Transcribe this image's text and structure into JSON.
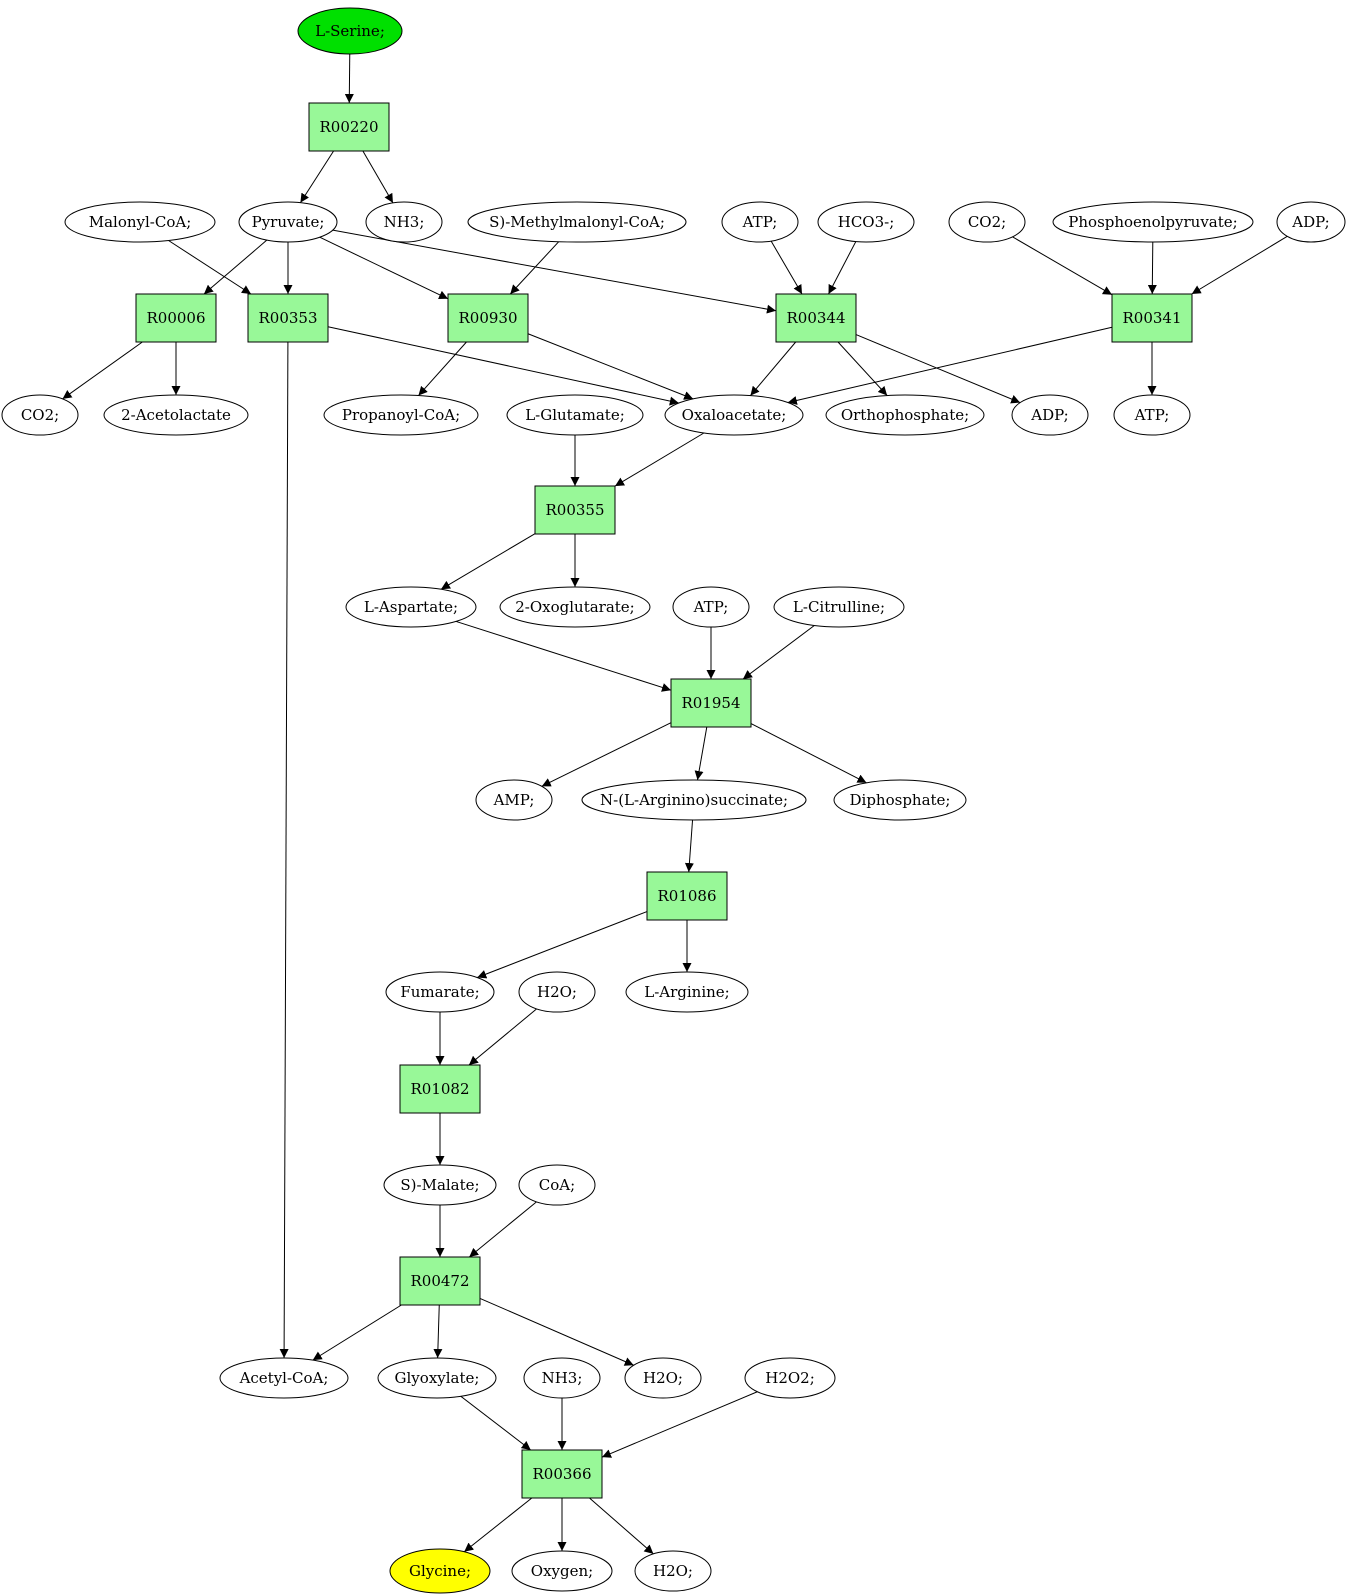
{
  "colors": {
    "reaction_fill": "#98f898",
    "start_fill": "#00e000",
    "end_fill": "#ffff00",
    "compound_fill": "#ffffff",
    "stroke": "#000000"
  },
  "start_compound": "L-Serine;",
  "end_compound": "Glycine;",
  "nodes": [
    {
      "id": "n_serine",
      "kind": "start",
      "label": "L-Serine;"
    },
    {
      "id": "r_R00220",
      "kind": "reaction",
      "label": "R00220"
    },
    {
      "id": "n_malonyl",
      "kind": "compound",
      "label": "Malonyl-CoA;"
    },
    {
      "id": "n_pyruvate",
      "kind": "compound",
      "label": "Pyruvate;"
    },
    {
      "id": "n_nh3_a",
      "kind": "compound",
      "label": "NH3;"
    },
    {
      "id": "n_smethyl",
      "kind": "compound",
      "label": "S)-Methylmalonyl-CoA;"
    },
    {
      "id": "n_atp_a",
      "kind": "compound",
      "label": "ATP;"
    },
    {
      "id": "n_hco3",
      "kind": "compound",
      "label": "HCO3-;"
    },
    {
      "id": "n_co2_a",
      "kind": "compound",
      "label": "CO2;"
    },
    {
      "id": "n_pep",
      "kind": "compound",
      "label": "Phosphoenolpyruvate;"
    },
    {
      "id": "n_adp_a",
      "kind": "compound",
      "label": "ADP;"
    },
    {
      "id": "r_R00006",
      "kind": "reaction",
      "label": "R00006"
    },
    {
      "id": "r_R00353",
      "kind": "reaction",
      "label": "R00353"
    },
    {
      "id": "r_R00930",
      "kind": "reaction",
      "label": "R00930"
    },
    {
      "id": "r_R00344",
      "kind": "reaction",
      "label": "R00344"
    },
    {
      "id": "r_R00341",
      "kind": "reaction",
      "label": "R00341"
    },
    {
      "id": "n_co2_b",
      "kind": "compound",
      "label": "CO2;"
    },
    {
      "id": "n_acetolactate",
      "kind": "compound",
      "label": "2-Acetolactate"
    },
    {
      "id": "n_propanoyl",
      "kind": "compound",
      "label": "Propanoyl-CoA;"
    },
    {
      "id": "n_glutamate",
      "kind": "compound",
      "label": "L-Glutamate;"
    },
    {
      "id": "n_oxaloacetate",
      "kind": "compound",
      "label": "Oxaloacetate;"
    },
    {
      "id": "n_orthophosphate",
      "kind": "compound",
      "label": "Orthophosphate;"
    },
    {
      "id": "n_adp_b",
      "kind": "compound",
      "label": "ADP;"
    },
    {
      "id": "n_atp_b",
      "kind": "compound",
      "label": "ATP;"
    },
    {
      "id": "r_R00355",
      "kind": "reaction",
      "label": "R00355"
    },
    {
      "id": "n_aspartate",
      "kind": "compound",
      "label": "L-Aspartate;"
    },
    {
      "id": "n_oxoglutarate",
      "kind": "compound",
      "label": "2-Oxoglutarate;"
    },
    {
      "id": "n_atp_c",
      "kind": "compound",
      "label": "ATP;"
    },
    {
      "id": "n_citrulline",
      "kind": "compound",
      "label": "L-Citrulline;"
    },
    {
      "id": "r_R01954",
      "kind": "reaction",
      "label": "R01954"
    },
    {
      "id": "n_amp",
      "kind": "compound",
      "label": "AMP;"
    },
    {
      "id": "n_argsucc",
      "kind": "compound",
      "label": "N-(L-Arginino)succinate;"
    },
    {
      "id": "n_diphosphate",
      "kind": "compound",
      "label": "Diphosphate;"
    },
    {
      "id": "r_R01086",
      "kind": "reaction",
      "label": "R01086"
    },
    {
      "id": "n_fumarate",
      "kind": "compound",
      "label": "Fumarate;"
    },
    {
      "id": "n_h2o_a",
      "kind": "compound",
      "label": "H2O;"
    },
    {
      "id": "n_arginine",
      "kind": "compound",
      "label": "L-Arginine;"
    },
    {
      "id": "r_R01082",
      "kind": "reaction",
      "label": "R01082"
    },
    {
      "id": "n_malate",
      "kind": "compound",
      "label": "S)-Malate;"
    },
    {
      "id": "n_coa",
      "kind": "compound",
      "label": "CoA;"
    },
    {
      "id": "r_R00472",
      "kind": "reaction",
      "label": "R00472"
    },
    {
      "id": "n_acetylcoa",
      "kind": "compound",
      "label": "Acetyl-CoA;"
    },
    {
      "id": "n_glyoxylate",
      "kind": "compound",
      "label": "Glyoxylate;"
    },
    {
      "id": "n_nh3_b",
      "kind": "compound",
      "label": "NH3;"
    },
    {
      "id": "n_h2o_b",
      "kind": "compound",
      "label": "H2O;"
    },
    {
      "id": "n_h2o2",
      "kind": "compound",
      "label": "H2O2;"
    },
    {
      "id": "r_R00366",
      "kind": "reaction",
      "label": "R00366"
    },
    {
      "id": "n_glycine",
      "kind": "end",
      "label": "Glycine;"
    },
    {
      "id": "n_oxygen",
      "kind": "compound",
      "label": "Oxygen;"
    },
    {
      "id": "n_h2o_c",
      "kind": "compound",
      "label": "H2O;"
    }
  ],
  "edges": [
    {
      "from": "n_serine",
      "to": "r_R00220"
    },
    {
      "from": "r_R00220",
      "to": "n_pyruvate"
    },
    {
      "from": "r_R00220",
      "to": "n_nh3_a"
    },
    {
      "from": "n_pyruvate",
      "to": "r_R00006"
    },
    {
      "from": "n_pyruvate",
      "to": "r_R00353"
    },
    {
      "from": "n_malonyl",
      "to": "r_R00353"
    },
    {
      "from": "n_pyruvate",
      "to": "r_R00930"
    },
    {
      "from": "n_smethyl",
      "to": "r_R00930"
    },
    {
      "from": "n_pyruvate",
      "to": "r_R00344"
    },
    {
      "from": "n_atp_a",
      "to": "r_R00344"
    },
    {
      "from": "n_hco3",
      "to": "r_R00344"
    },
    {
      "from": "n_co2_a",
      "to": "r_R00341"
    },
    {
      "from": "n_pep",
      "to": "r_R00341"
    },
    {
      "from": "n_adp_a",
      "to": "r_R00341"
    },
    {
      "from": "r_R00006",
      "to": "n_co2_b"
    },
    {
      "from": "r_R00006",
      "to": "n_acetolactate"
    },
    {
      "from": "r_R00353",
      "to": "n_oxaloacetate"
    },
    {
      "from": "r_R00353",
      "to": "n_acetylcoa"
    },
    {
      "from": "r_R00930",
      "to": "n_propanoyl"
    },
    {
      "from": "r_R00930",
      "to": "n_oxaloacetate"
    },
    {
      "from": "r_R00344",
      "to": "n_oxaloacetate"
    },
    {
      "from": "r_R00344",
      "to": "n_orthophosphate"
    },
    {
      "from": "r_R00344",
      "to": "n_adp_b"
    },
    {
      "from": "r_R00341",
      "to": "n_oxaloacetate"
    },
    {
      "from": "r_R00341",
      "to": "n_atp_b"
    },
    {
      "from": "n_glutamate",
      "to": "r_R00355"
    },
    {
      "from": "n_oxaloacetate",
      "to": "r_R00355"
    },
    {
      "from": "r_R00355",
      "to": "n_aspartate"
    },
    {
      "from": "r_R00355",
      "to": "n_oxoglutarate"
    },
    {
      "from": "n_aspartate",
      "to": "r_R01954"
    },
    {
      "from": "n_atp_c",
      "to": "r_R01954"
    },
    {
      "from": "n_citrulline",
      "to": "r_R01954"
    },
    {
      "from": "r_R01954",
      "to": "n_amp"
    },
    {
      "from": "r_R01954",
      "to": "n_argsucc"
    },
    {
      "from": "r_R01954",
      "to": "n_diphosphate"
    },
    {
      "from": "n_argsucc",
      "to": "r_R01086"
    },
    {
      "from": "r_R01086",
      "to": "n_fumarate"
    },
    {
      "from": "r_R01086",
      "to": "n_arginine"
    },
    {
      "from": "n_fumarate",
      "to": "r_R01082"
    },
    {
      "from": "n_h2o_a",
      "to": "r_R01082"
    },
    {
      "from": "r_R01082",
      "to": "n_malate"
    },
    {
      "from": "n_malate",
      "to": "r_R00472"
    },
    {
      "from": "n_coa",
      "to": "r_R00472"
    },
    {
      "from": "r_R00472",
      "to": "n_acetylcoa"
    },
    {
      "from": "r_R00472",
      "to": "n_glyoxylate"
    },
    {
      "from": "r_R00472",
      "to": "n_h2o_b"
    },
    {
      "from": "n_glyoxylate",
      "to": "r_R00366"
    },
    {
      "from": "n_nh3_b",
      "to": "r_R00366"
    },
    {
      "from": "n_h2o2",
      "to": "r_R00366"
    },
    {
      "from": "r_R00366",
      "to": "n_glycine"
    },
    {
      "from": "r_R00366",
      "to": "n_oxygen"
    },
    {
      "from": "r_R00366",
      "to": "n_h2o_c"
    }
  ]
}
